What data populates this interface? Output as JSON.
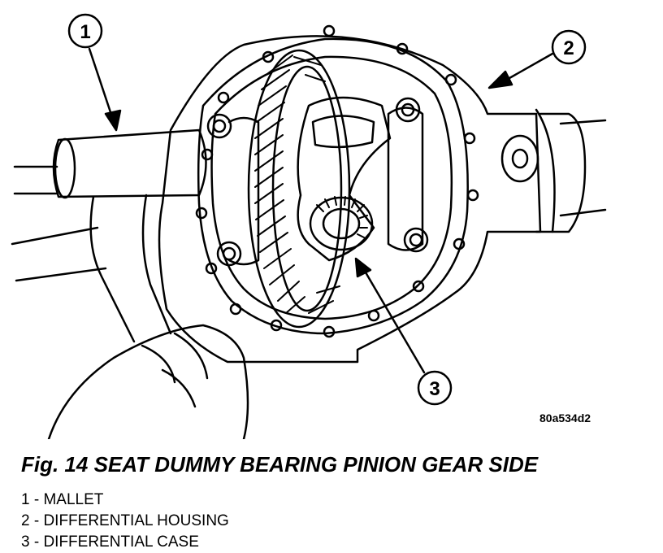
{
  "figure": {
    "code": "80a534d2",
    "title": "Fig. 14 SEAT DUMMY BEARING PINION GEAR SIDE"
  },
  "callouts": [
    {
      "number": "1",
      "label": "MALLET"
    },
    {
      "number": "2",
      "label": "DIFFERENTIAL HOUSING"
    },
    {
      "number": "3",
      "label": "DIFFERENTIAL CASE"
    }
  ],
  "legend": [
    "1 - MALLET",
    "2 - DIFFERENTIAL HOUSING",
    "3 - DIFFERENTIAL CASE"
  ]
}
